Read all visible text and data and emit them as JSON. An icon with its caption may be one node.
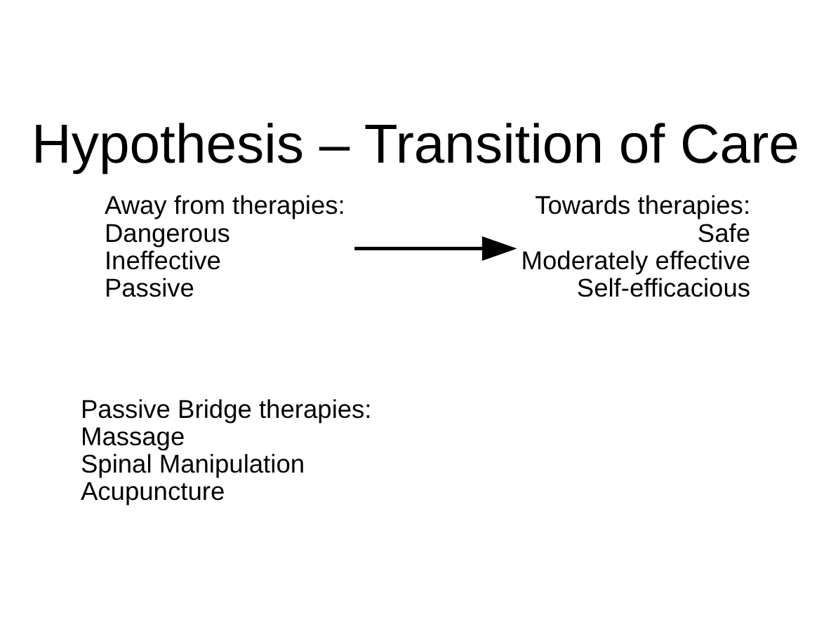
{
  "diagram": {
    "title": "Hypothesis – Transition of Care",
    "nodes": [
      {
        "text": [
          "Away from therapies:",
          "Dangerous",
          "Ineffective",
          "Passive"
        ]
      },
      {
        "text": [
          "Towards therapies:",
          "Safe",
          "Moderately effective",
          "Self-efficacious"
        ]
      },
      {
        "text": [
          "Passive Bridge therapies:",
          "Massage",
          "Spinal Manipulation",
          "Acupuncture"
        ]
      }
    ],
    "edges": [
      {
        "from": 0,
        "to": 1,
        "arrow": "to"
      }
    ]
  }
}
